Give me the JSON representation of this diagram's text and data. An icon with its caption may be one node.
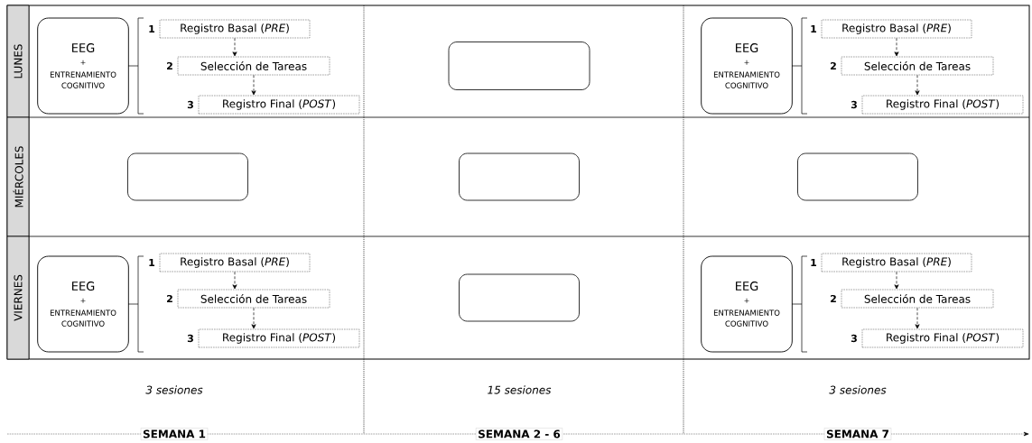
{
  "diagram": {
    "nodes": [
      {
        "text": [
          "LUNES"
        ]
      },
      {
        "text": [
          "EEG",
          "+",
          "ENTRENAMIENTO COGNITIVO"
        ]
      },
      {
        "text": [
          "Registro Basal (*PRE*)"
        ],
        "beside": [
          "1"
        ]
      },
      {
        "text": [
          "Selección de Tareas"
        ],
        "beside": [
          "2"
        ]
      },
      {
        "text": [
          "Registro Final (*POST*)"
        ],
        "beside": [
          "3"
        ]
      },
      {
        "text": [],
        "shape": "box"
      },
      {
        "text": [
          "EEG",
          "+",
          "ENTRENAMIENTO COGNITIVO"
        ]
      },
      {
        "text": [
          "Registro Basal (*PRE*)"
        ],
        "beside": [
          "1"
        ]
      },
      {
        "text": [
          "Selección de Tareas"
        ],
        "beside": [
          "2"
        ]
      },
      {
        "text": [
          "Registro Final (*POST*)"
        ],
        "beside": [
          "3"
        ]
      },
      {
        "text": [
          "MIÉRCOLES"
        ]
      },
      {
        "text": [],
        "shape": "box"
      },
      {
        "text": [],
        "shape": "box"
      },
      {
        "text": [],
        "shape": "box"
      },
      {
        "text": [
          "VIERNES"
        ]
      },
      {
        "text": [
          "EEG",
          "+",
          "ENTRENAMIENTO COGNITIVO"
        ]
      },
      {
        "text": [
          "Registro Basal (*PRE*)"
        ],
        "beside": [
          "1"
        ]
      },
      {
        "text": [
          "Selección de Tareas"
        ],
        "beside": [
          "2"
        ]
      },
      {
        "text": [
          "Registro Final (*POST*)"
        ],
        "beside": [
          "3"
        ]
      },
      {
        "text": [],
        "shape": "box"
      },
      {
        "text": [
          "EEG",
          "+",
          "ENTRENAMIENTO COGNITIVO"
        ]
      },
      {
        "text": [
          "Registro Basal (*PRE*)"
        ],
        "beside": [
          "1"
        ]
      },
      {
        "text": [
          "Selección de Tareas"
        ],
        "beside": [
          "2"
        ]
      },
      {
        "text": [
          "Registro Final (*POST*)"
        ],
        "beside": [
          "3"
        ]
      }
    ],
    "edges": [
      {
        "from": 2,
        "to": 3,
        "arrow": "to",
        "style": "dashed"
      },
      {
        "from": 3,
        "to": 4,
        "arrow": "to",
        "style": "dashed"
      },
      {
        "from": 7,
        "to": 8,
        "arrow": "to",
        "style": "dashed"
      },
      {
        "from": 8,
        "to": 9,
        "arrow": "to",
        "style": "dashed"
      },
      {
        "from": 16,
        "to": 17,
        "arrow": "to",
        "style": "dashed"
      },
      {
        "from": 17,
        "to": 18,
        "arrow": "to",
        "style": "dashed"
      },
      {
        "from": 21,
        "to": 22,
        "arrow": "to",
        "style": "dashed"
      },
      {
        "from": 22,
        "to": 23,
        "arrow": "to",
        "style": "dashed"
      }
    ],
    "labels": [
      "3 sesiones",
      "15 sesiones",
      "3 sesiones",
      "SEMANA 1",
      "SEMANA 2 - 6",
      "SEMANA 7"
    ]
  }
}
